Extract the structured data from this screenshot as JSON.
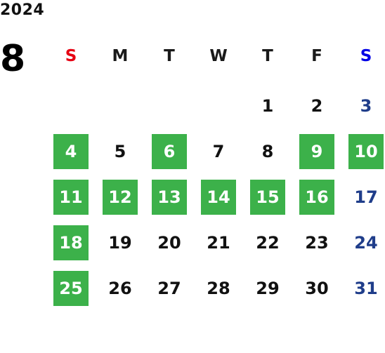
{
  "calendar": {
    "year": "2024",
    "month": "8",
    "weekdays": [
      "S",
      "M",
      "T",
      "W",
      "T",
      "F",
      "S"
    ],
    "colors": {
      "highlight": "#3cb14a",
      "sunday_header": "#e60012",
      "saturday_header": "#0000e6",
      "saturday_day": "#1f3d8a"
    },
    "weeks": [
      [
        {
          "d": "",
          "hl": false
        },
        {
          "d": "",
          "hl": false
        },
        {
          "d": "",
          "hl": false
        },
        {
          "d": "",
          "hl": false
        },
        {
          "d": "1",
          "hl": false
        },
        {
          "d": "2",
          "hl": false
        },
        {
          "d": "3",
          "hl": false
        }
      ],
      [
        {
          "d": "4",
          "hl": true
        },
        {
          "d": "5",
          "hl": false
        },
        {
          "d": "6",
          "hl": true
        },
        {
          "d": "7",
          "hl": false
        },
        {
          "d": "8",
          "hl": false
        },
        {
          "d": "9",
          "hl": true
        },
        {
          "d": "10",
          "hl": true
        }
      ],
      [
        {
          "d": "11",
          "hl": true
        },
        {
          "d": "12",
          "hl": true
        },
        {
          "d": "13",
          "hl": true
        },
        {
          "d": "14",
          "hl": true
        },
        {
          "d": "15",
          "hl": true
        },
        {
          "d": "16",
          "hl": true
        },
        {
          "d": "17",
          "hl": false
        }
      ],
      [
        {
          "d": "18",
          "hl": true
        },
        {
          "d": "19",
          "hl": false
        },
        {
          "d": "20",
          "hl": false
        },
        {
          "d": "21",
          "hl": false
        },
        {
          "d": "22",
          "hl": false
        },
        {
          "d": "23",
          "hl": false
        },
        {
          "d": "24",
          "hl": false
        }
      ],
      [
        {
          "d": "25",
          "hl": true
        },
        {
          "d": "26",
          "hl": false
        },
        {
          "d": "27",
          "hl": false
        },
        {
          "d": "28",
          "hl": false
        },
        {
          "d": "29",
          "hl": false
        },
        {
          "d": "30",
          "hl": false
        },
        {
          "d": "31",
          "hl": false
        }
      ]
    ]
  }
}
